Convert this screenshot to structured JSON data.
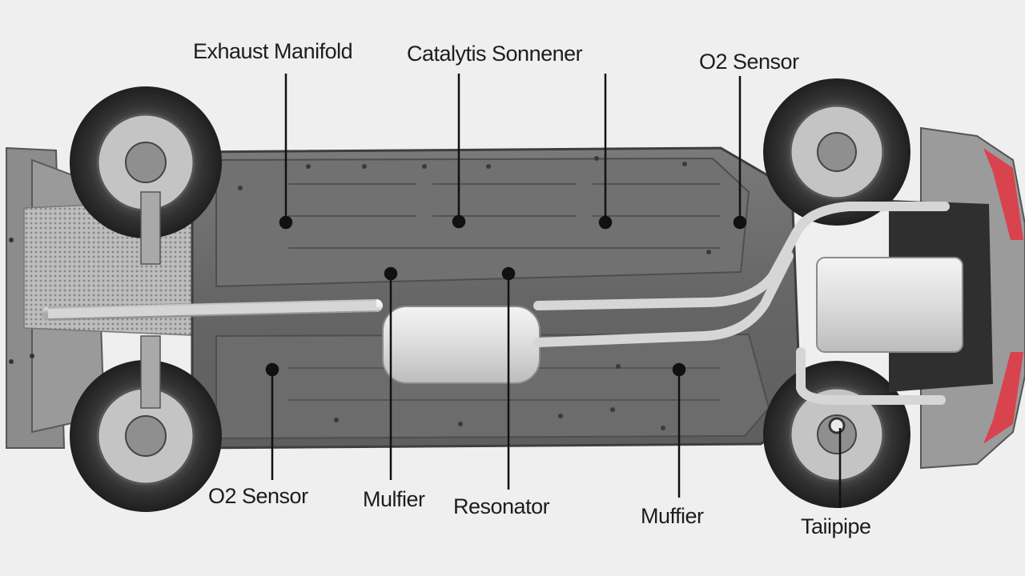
{
  "labels": {
    "exhaust_manifold": "Exhaust Manifold",
    "catalytic_converter": "Catalytis Sonnener",
    "o2_sensor_top": "O2 Sensor",
    "o2_sensor_bottom": "O2 Sensor",
    "muffler_left": "Mulfier",
    "resonator": "Resonator",
    "muffler_right": "Muffier",
    "tailpipe": "Taiipipe"
  },
  "colors": {
    "background": "#efefef",
    "floor_pan": "#6b6b6b",
    "tire": "#2e2e2e",
    "exhaust_pipe": "#d8d8d8",
    "tail_light": "#d9434d"
  }
}
